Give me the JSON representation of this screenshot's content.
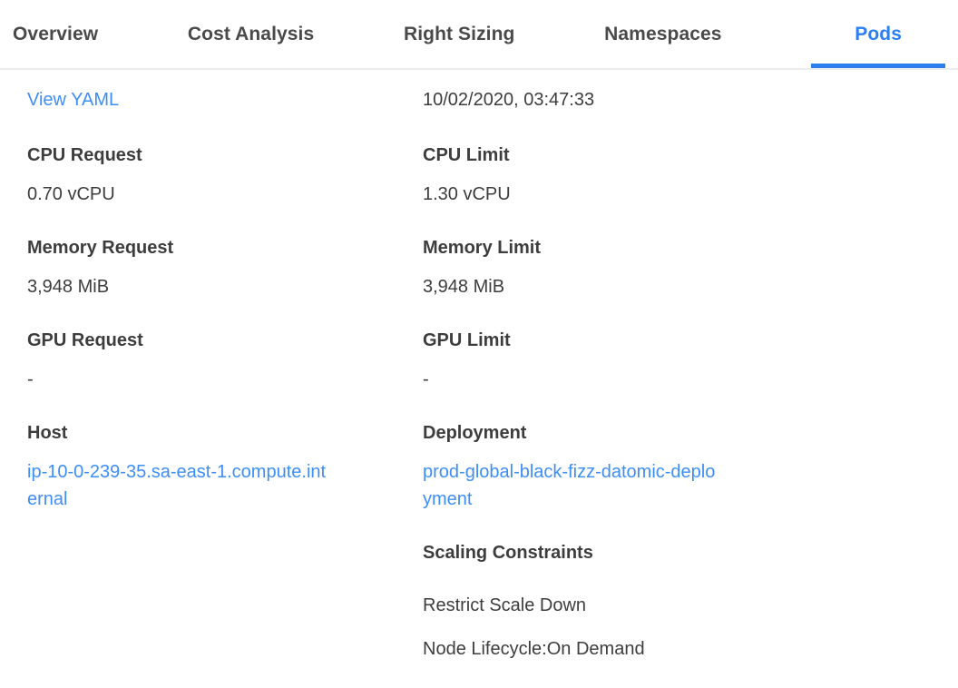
{
  "tabs": [
    {
      "label": "Overview",
      "active": false
    },
    {
      "label": "Cost Analysis",
      "active": false
    },
    {
      "label": "Right Sizing",
      "active": false
    },
    {
      "label": "Namespaces",
      "active": false
    },
    {
      "label": "Pods",
      "active": true
    }
  ],
  "pod_details": {
    "view_yaml_label": "View YAML",
    "timestamp": "10/02/2020, 03:47:33",
    "left_fields": [
      {
        "label": "CPU Request",
        "value": "0.70 vCPU"
      },
      {
        "label": "Memory Request",
        "value": "3,948 MiB"
      },
      {
        "label": "GPU Request",
        "value": "-"
      },
      {
        "label": "Host",
        "value": "ip-10-0-239-35.sa-east-1.compute.internal",
        "link": true
      }
    ],
    "right_fields": [
      {
        "label": "CPU Limit",
        "value": "1.30 vCPU"
      },
      {
        "label": "Memory Limit",
        "value": "3,948 MiB"
      },
      {
        "label": "GPU Limit",
        "value": "-"
      },
      {
        "label": "Deployment",
        "value": "prod-global-black-fizz-datomic-deployment",
        "link": true
      }
    ],
    "scaling_constraints": {
      "title": "Scaling Constraints",
      "items": [
        "Restrict Scale Down",
        "Node Lifecycle:On Demand"
      ]
    }
  },
  "colors": {
    "accent_blue": "#2d7ff0",
    "link_blue": "#3e8ef7",
    "text_dark": "#3d3d3d",
    "tab_inactive_text": "#4a4a4a",
    "divider": "#ececec"
  }
}
